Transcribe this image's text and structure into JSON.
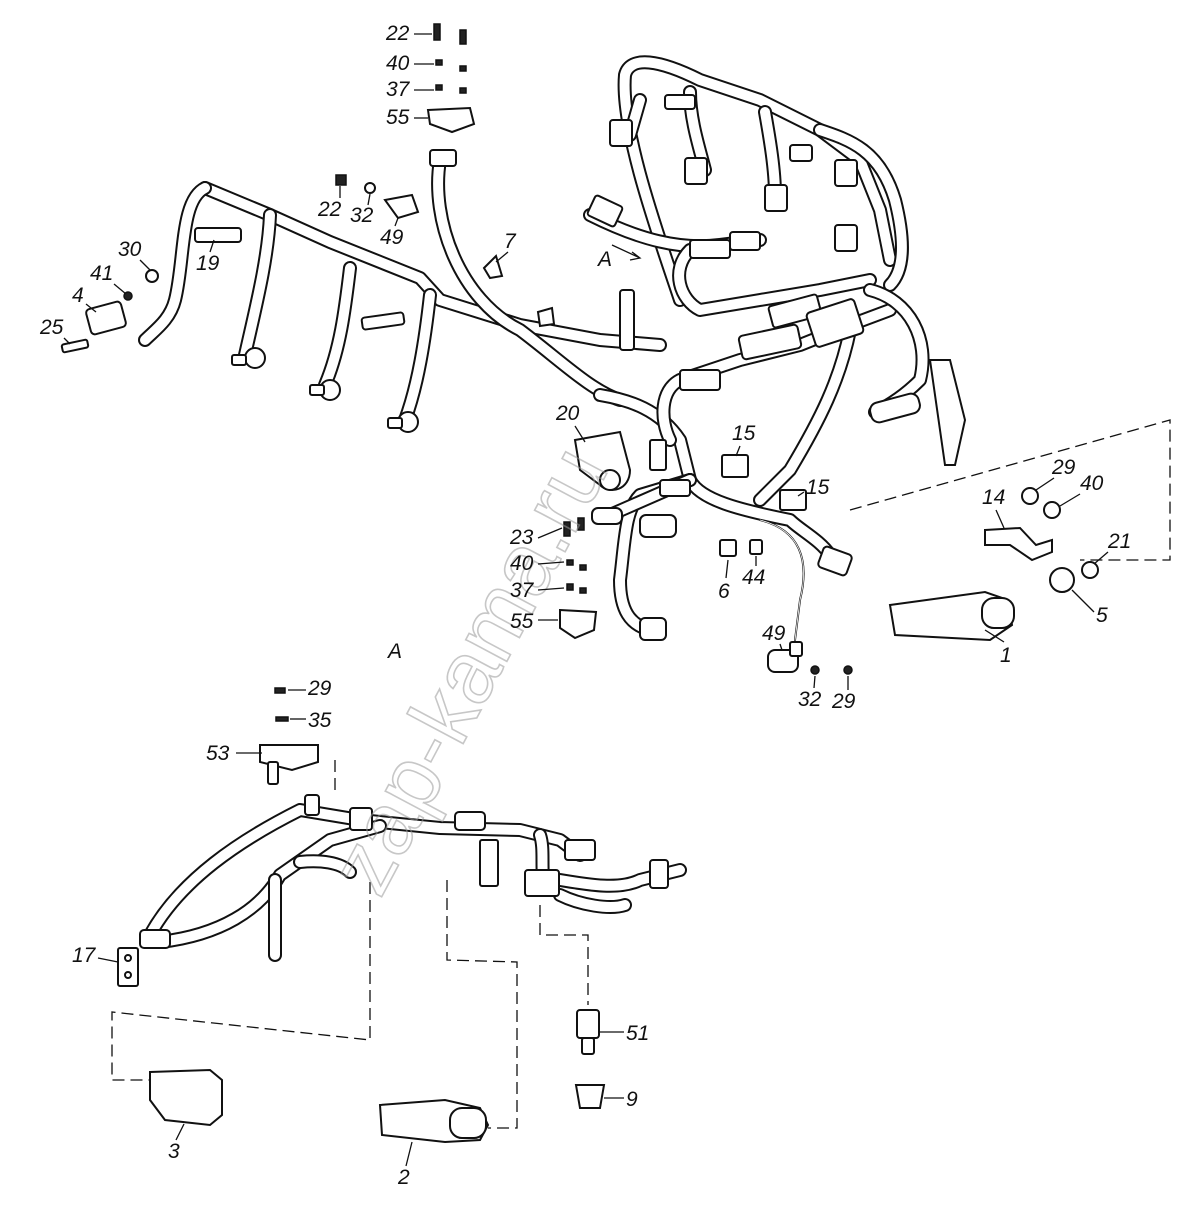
{
  "watermark": "zap-kama.ru",
  "view_labels": {
    "arrow_label": "A",
    "section_label": "A"
  },
  "callouts": {
    "c22a": "22",
    "c40a": "40",
    "c37a": "37",
    "c55a": "55",
    "c22b": "22",
    "c32a": "32",
    "c49a": "49",
    "c7": "7",
    "c30": "30",
    "c41": "41",
    "c4": "4",
    "c25": "25",
    "c19": "19",
    "c20": "20",
    "c15a": "15",
    "c15b": "15",
    "c23": "23",
    "c40b": "40",
    "c37b": "37",
    "c55b": "55",
    "c6": "6",
    "c44": "44",
    "c49b": "49",
    "c32b": "32",
    "c29a": "29",
    "c29b": "29",
    "c40c": "40",
    "c14": "14",
    "c21": "21",
    "c5": "5",
    "c1": "1",
    "c29c": "29",
    "c35": "35",
    "c53": "53",
    "c17": "17",
    "c51": "51",
    "c9": "9",
    "c3": "3",
    "c2": "2"
  }
}
